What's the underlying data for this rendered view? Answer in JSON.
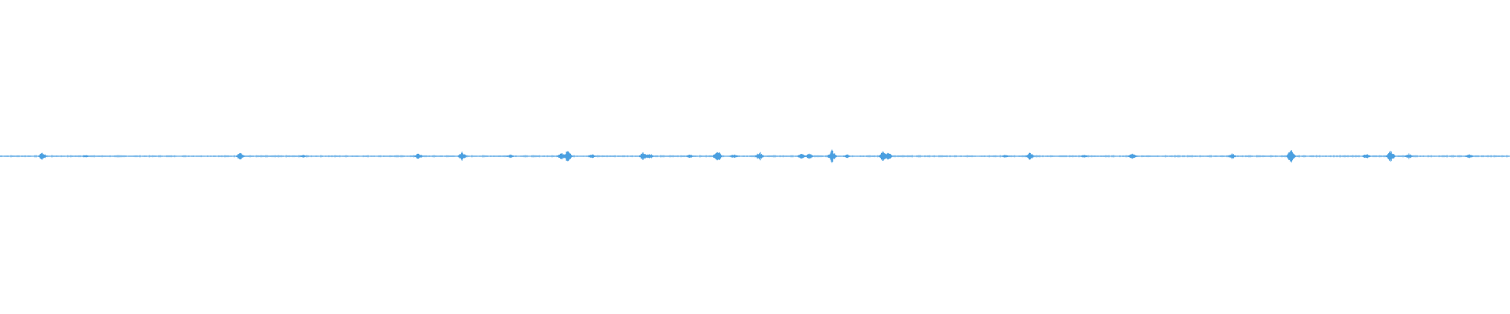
{
  "waveform": {
    "color": "#4a9fe0",
    "baseline_color": "#6ab0e8",
    "background": "#ffffff",
    "duration_fraction_shown": 1.0,
    "peaks": [
      {
        "pos": 0.028,
        "amp": 0.028
      },
      {
        "pos": 0.057,
        "amp": 0.012
      },
      {
        "pos": 0.159,
        "amp": 0.024
      },
      {
        "pos": 0.201,
        "amp": 0.01
      },
      {
        "pos": 0.277,
        "amp": 0.022
      },
      {
        "pos": 0.306,
        "amp": 0.03
      },
      {
        "pos": 0.338,
        "amp": 0.012
      },
      {
        "pos": 0.372,
        "amp": 0.026
      },
      {
        "pos": 0.376,
        "amp": 0.04
      },
      {
        "pos": 0.392,
        "amp": 0.016
      },
      {
        "pos": 0.426,
        "amp": 0.03
      },
      {
        "pos": 0.43,
        "amp": 0.022
      },
      {
        "pos": 0.457,
        "amp": 0.014
      },
      {
        "pos": 0.475,
        "amp": 0.045
      },
      {
        "pos": 0.486,
        "amp": 0.014
      },
      {
        "pos": 0.503,
        "amp": 0.032
      },
      {
        "pos": 0.531,
        "amp": 0.022
      },
      {
        "pos": 0.536,
        "amp": 0.02
      },
      {
        "pos": 0.551,
        "amp": 0.045
      },
      {
        "pos": 0.561,
        "amp": 0.014
      },
      {
        "pos": 0.585,
        "amp": 0.04
      },
      {
        "pos": 0.588,
        "amp": 0.03
      },
      {
        "pos": 0.666,
        "amp": 0.012
      },
      {
        "pos": 0.682,
        "amp": 0.026
      },
      {
        "pos": 0.718,
        "amp": 0.012
      },
      {
        "pos": 0.75,
        "amp": 0.022
      },
      {
        "pos": 0.816,
        "amp": 0.018
      },
      {
        "pos": 0.855,
        "amp": 0.055
      },
      {
        "pos": 0.905,
        "amp": 0.018
      },
      {
        "pos": 0.921,
        "amp": 0.042
      },
      {
        "pos": 0.933,
        "amp": 0.018
      },
      {
        "pos": 0.973,
        "amp": 0.016
      }
    ]
  }
}
